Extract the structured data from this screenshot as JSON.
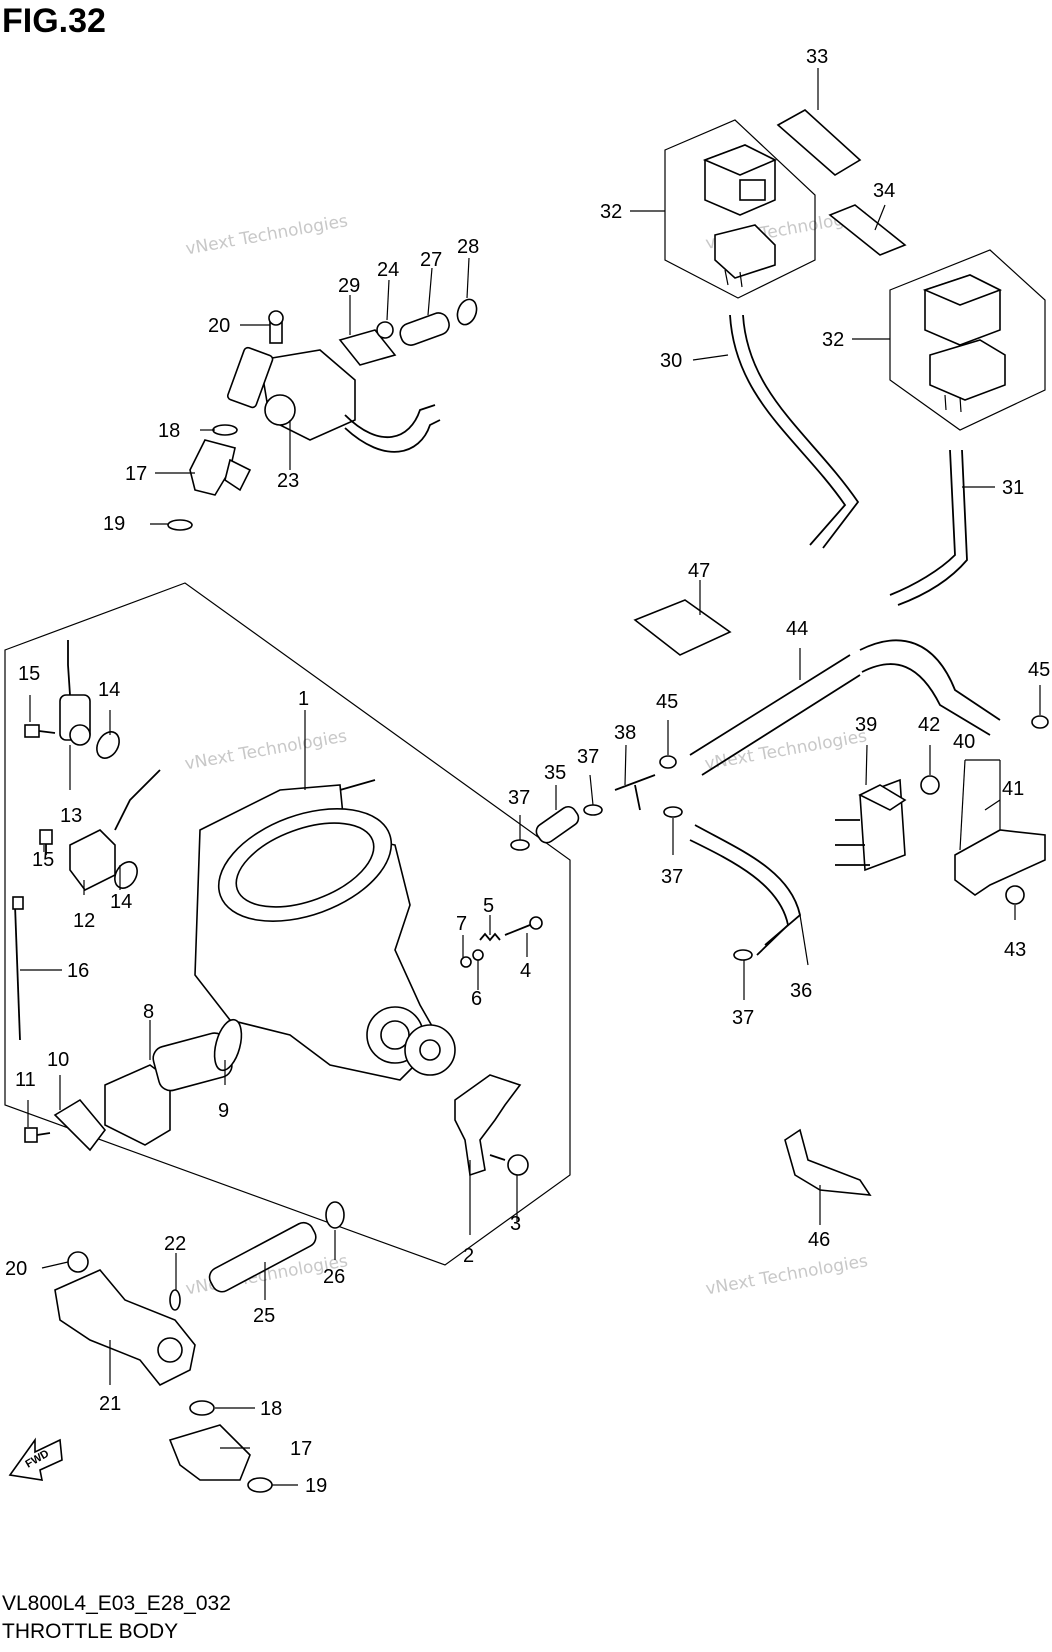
{
  "figure_title": "FIG.32",
  "model_code": "VL800L4_E03_E28_032",
  "caption": "THROTTLE BODY",
  "fwd_label": "FWD",
  "watermark": {
    "line1": "vNext Technologies",
    "line2": "Technologies",
    "line3": "vNext"
  },
  "callouts": [
    {
      "id": "c1",
      "text": "1"
    },
    {
      "id": "c2",
      "text": "2"
    },
    {
      "id": "c3",
      "text": "3"
    },
    {
      "id": "c4",
      "text": "4"
    },
    {
      "id": "c5",
      "text": "5"
    },
    {
      "id": "c6",
      "text": "6"
    },
    {
      "id": "c7",
      "text": "7"
    },
    {
      "id": "c8",
      "text": "8"
    },
    {
      "id": "c9",
      "text": "9"
    },
    {
      "id": "c10",
      "text": "10"
    },
    {
      "id": "c11",
      "text": "11"
    },
    {
      "id": "c12",
      "text": "12"
    },
    {
      "id": "c13",
      "text": "13"
    },
    {
      "id": "c14a",
      "text": "14"
    },
    {
      "id": "c14b",
      "text": "14"
    },
    {
      "id": "c15a",
      "text": "15"
    },
    {
      "id": "c15b",
      "text": "15"
    },
    {
      "id": "c16",
      "text": "16"
    },
    {
      "id": "c17a",
      "text": "17"
    },
    {
      "id": "c17b",
      "text": "17"
    },
    {
      "id": "c18a",
      "text": "18"
    },
    {
      "id": "c18b",
      "text": "18"
    },
    {
      "id": "c19a",
      "text": "19"
    },
    {
      "id": "c19b",
      "text": "19"
    },
    {
      "id": "c20a",
      "text": "20"
    },
    {
      "id": "c20b",
      "text": "20"
    },
    {
      "id": "c21",
      "text": "21"
    },
    {
      "id": "c22",
      "text": "22"
    },
    {
      "id": "c23",
      "text": "23"
    },
    {
      "id": "c24",
      "text": "24"
    },
    {
      "id": "c25",
      "text": "25"
    },
    {
      "id": "c26",
      "text": "26"
    },
    {
      "id": "c27",
      "text": "27"
    },
    {
      "id": "c28",
      "text": "28"
    },
    {
      "id": "c29",
      "text": "29"
    },
    {
      "id": "c30",
      "text": "30"
    },
    {
      "id": "c31",
      "text": "31"
    },
    {
      "id": "c32a",
      "text": "32"
    },
    {
      "id": "c32b",
      "text": "32"
    },
    {
      "id": "c33",
      "text": "33"
    },
    {
      "id": "c34",
      "text": "34"
    },
    {
      "id": "c35",
      "text": "35"
    },
    {
      "id": "c36",
      "text": "36"
    },
    {
      "id": "c37a",
      "text": "37"
    },
    {
      "id": "c37b",
      "text": "37"
    },
    {
      "id": "c37c",
      "text": "37"
    },
    {
      "id": "c37d",
      "text": "37"
    },
    {
      "id": "c38",
      "text": "38"
    },
    {
      "id": "c39",
      "text": "39"
    },
    {
      "id": "c40",
      "text": "40"
    },
    {
      "id": "c41",
      "text": "41"
    },
    {
      "id": "c42",
      "text": "42"
    },
    {
      "id": "c43",
      "text": "43"
    },
    {
      "id": "c44",
      "text": "44"
    },
    {
      "id": "c45a",
      "text": "45"
    },
    {
      "id": "c45b",
      "text": "45"
    },
    {
      "id": "c46",
      "text": "46"
    },
    {
      "id": "c47",
      "text": "47"
    }
  ]
}
